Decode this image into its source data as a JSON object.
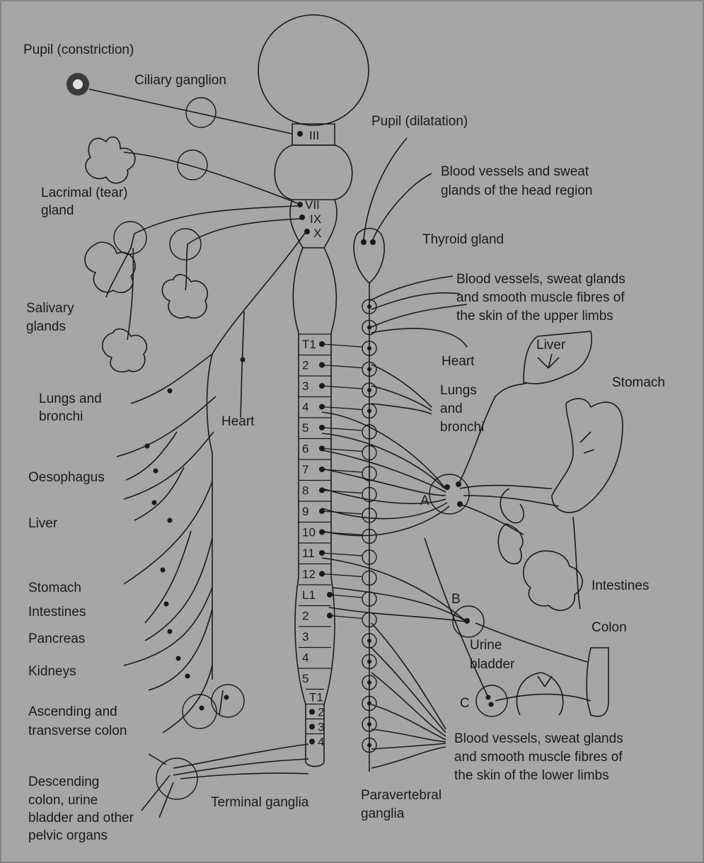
{
  "labels": {
    "pupil_constriction": "Pupil (constriction)",
    "ciliary_ganglion": "Ciliary ganglion",
    "lacrimal_1": "Lacrimal (tear)",
    "lacrimal_2": "gland",
    "salivary_1": "Salivary",
    "salivary_2": "glands",
    "lungs_l1": "Lungs and",
    "lungs_l2": "bronchi",
    "heart_left": "Heart",
    "oesophagus": "Oesophagus",
    "liver_left": "Liver",
    "stomach_left": "Stomach",
    "intestines_left": "Intestines",
    "pancreas": "Pancreas",
    "kidneys": "Kidneys",
    "asc_1": "Ascending and",
    "asc_2": "transverse colon",
    "desc_1": "Descending",
    "desc_2": "colon, urine",
    "desc_3": "bladder and other",
    "desc_4": "pelvic organs",
    "terminal_ganglia": "Terminal ganglia",
    "paravert_1": "Paravertebral",
    "paravert_2": "ganglia",
    "pupil_dilatation": "Pupil (dilatation)",
    "bv_head_1": "Blood vessels and sweat",
    "bv_head_2": "glands of the head region",
    "thyroid": "Thyroid gland",
    "bv_upper_1": "Blood vessels, sweat glands",
    "bv_upper_2": "and smooth muscle fibres of",
    "bv_upper_3": "the skin of the upper limbs",
    "heart_right": "Heart",
    "lungs_r1": "Lungs",
    "lungs_r2": "and",
    "lungs_r3": "bronchi",
    "liver_right": "Liver",
    "stomach_right": "Stomach",
    "ganglion_a": "A",
    "ganglion_b": "B",
    "ganglion_c": "C",
    "intestines_right": "Intestines",
    "colon": "Colon",
    "urine_1": "Urine",
    "urine_2": "bladder",
    "bv_lower_1": "Blood vessels, sweat glands",
    "bv_lower_2": "and smooth muscle fibres of",
    "bv_lower_3": "the skin of the lower limbs"
  },
  "segments": {
    "cranial": [
      "III",
      "VII",
      "IX",
      "X"
    ],
    "thoracic": [
      "T1",
      "2",
      "3",
      "4",
      "5",
      "6",
      "7",
      "8",
      "9",
      "10",
      "11",
      "12"
    ],
    "lumbar": [
      "L1",
      "2",
      "3",
      "4",
      "5"
    ],
    "sacral": [
      "T1",
      "2",
      "3",
      "4"
    ]
  }
}
